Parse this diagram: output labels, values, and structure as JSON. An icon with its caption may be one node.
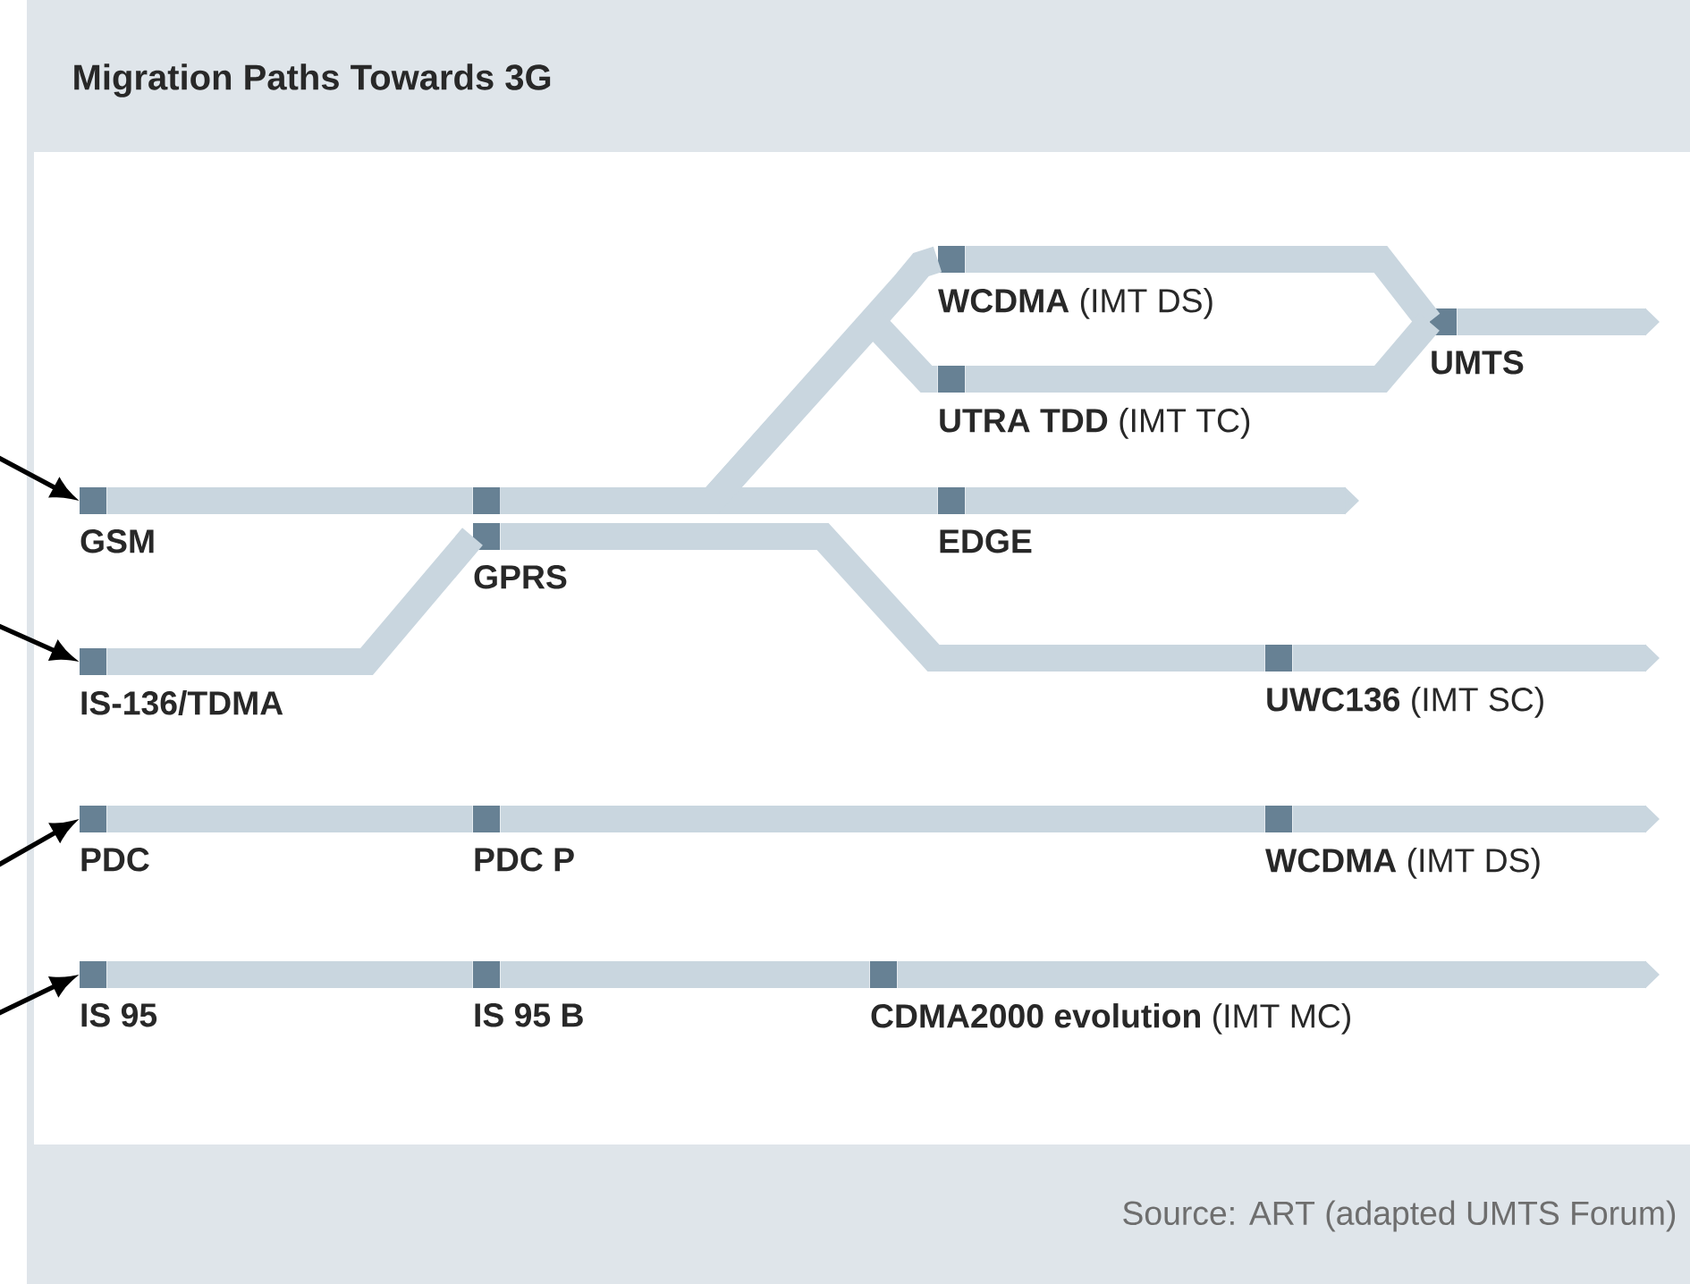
{
  "diagram": {
    "title": "Migration Paths Towards 3G",
    "caption": "Source: ART (adapted UMTS Forum)",
    "nodes": [
      {
        "text": [
          "**WCDMA** (IMT DS)"
        ]
      },
      {
        "text": [
          "UMTS"
        ]
      },
      {
        "text": [
          "**UTRA TDD** (IMT TC)"
        ]
      },
      {
        "text": [
          "GSM"
        ]
      },
      {
        "text": [],
        "shape": "box"
      },
      {
        "text": [
          "EDGE"
        ]
      },
      {
        "text": [
          "GPRS"
        ]
      },
      {
        "text": [
          "IS-136/TDMA"
        ]
      },
      {
        "text": [
          "**UWC136** (IMT SC)"
        ]
      },
      {
        "text": [
          "PDC"
        ]
      },
      {
        "text": [
          "PDC P"
        ]
      },
      {
        "text": [
          "**WCDMA** (IMT DS)"
        ]
      },
      {
        "text": [
          "IS 95"
        ]
      },
      {
        "text": [
          "IS 95 B"
        ]
      },
      {
        "text": [
          "**CDMA2000 evolution** (IMT MC)"
        ]
      }
    ],
    "edges": [
      {
        "from": 3,
        "to": 4,
        "arrow": "none"
      },
      {
        "from": 4,
        "to": 5,
        "arrow": "none"
      },
      {
        "from": 4,
        "to": 0,
        "arrow": "none"
      },
      {
        "from": 4,
        "to": 2,
        "arrow": "none"
      },
      {
        "from": 0,
        "to": 1,
        "arrow": "none"
      },
      {
        "from": 2,
        "to": 1,
        "arrow": "none"
      },
      {
        "from": 1,
        "to": null,
        "arrow": "to"
      },
      {
        "from": 5,
        "to": null,
        "arrow": "to"
      },
      {
        "from": 7,
        "to": 6,
        "arrow": "none"
      },
      {
        "from": 6,
        "to": 8,
        "arrow": "none"
      },
      {
        "from": 8,
        "to": null,
        "arrow": "to"
      },
      {
        "from": 9,
        "to": 10,
        "arrow": "none"
      },
      {
        "from": 10,
        "to": 11,
        "arrow": "none"
      },
      {
        "from": 11,
        "to": null,
        "arrow": "to"
      },
      {
        "from": 12,
        "to": 13,
        "arrow": "none"
      },
      {
        "from": 13,
        "to": 14,
        "arrow": "none"
      },
      {
        "from": 14,
        "to": null,
        "arrow": "to"
      },
      {
        "from": null,
        "to": 3,
        "arrow": "to",
        "color": "#000000"
      },
      {
        "from": null,
        "to": 7,
        "arrow": "to",
        "color": "#000000"
      },
      {
        "from": null,
        "to": 9,
        "arrow": "to",
        "color": "#000000"
      },
      {
        "from": null,
        "to": 12,
        "arrow": "to",
        "color": "#000000"
      }
    ]
  }
}
